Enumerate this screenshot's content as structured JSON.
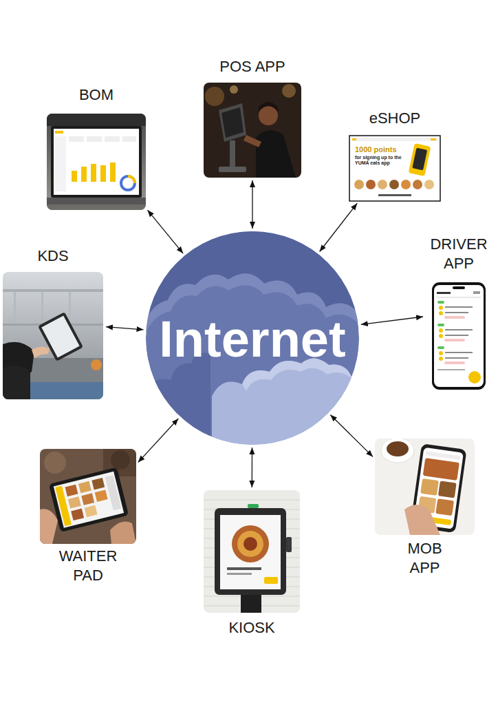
{
  "diagram": {
    "nodes": [
      {
        "text": [
          "POS APP"
        ]
      },
      {
        "text": [
          "BOM"
        ]
      },
      {
        "text": [
          "eSHOP"
        ]
      },
      {
        "text": [
          "DRIVER APP"
        ]
      },
      {
        "text": [
          "KDS"
        ]
      },
      {
        "text": [
          "Internet"
        ]
      },
      {
        "text": [
          "WAITER PAD"
        ]
      },
      {
        "text": [
          "MOB APP"
        ]
      },
      {
        "text": [
          "KIOSK"
        ]
      }
    ],
    "edges": [
      {
        "from": 0,
        "to": 5,
        "arrow": "both"
      },
      {
        "from": 1,
        "to": 5,
        "arrow": "both"
      },
      {
        "from": 2,
        "to": 5,
        "arrow": "both"
      },
      {
        "from": 3,
        "to": 5,
        "arrow": "both"
      },
      {
        "from": 4,
        "to": 5,
        "arrow": "both"
      },
      {
        "from": 6,
        "to": 5,
        "arrow": "both"
      },
      {
        "from": 7,
        "to": 5,
        "arrow": "both"
      },
      {
        "from": 8,
        "to": 5,
        "arrow": "both"
      }
    ],
    "labels": [
      "1000 points",
      "for signing up to the YUMA eats app"
    ]
  }
}
